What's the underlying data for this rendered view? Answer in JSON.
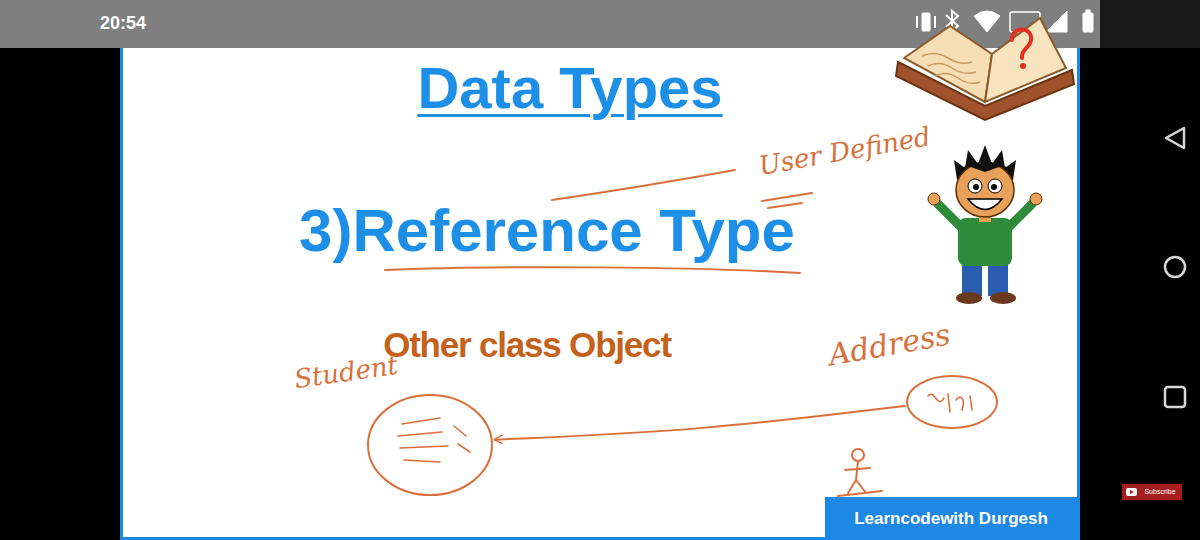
{
  "diagram": {
    "title": "Data Types",
    "nodes": [
      {
        "text": [
          "Student"
        ]
      },
      {
        "text": [
          "Address"
        ]
      }
    ],
    "edges": [
      {
        "from": 1,
        "to": 0,
        "arrow": "to"
      }
    ],
    "labels": [
      "20:54",
      "User Defined",
      "3)Reference Type",
      "Other class Object",
      "Learncodewith Durgesh",
      "Subscribe"
    ]
  }
}
